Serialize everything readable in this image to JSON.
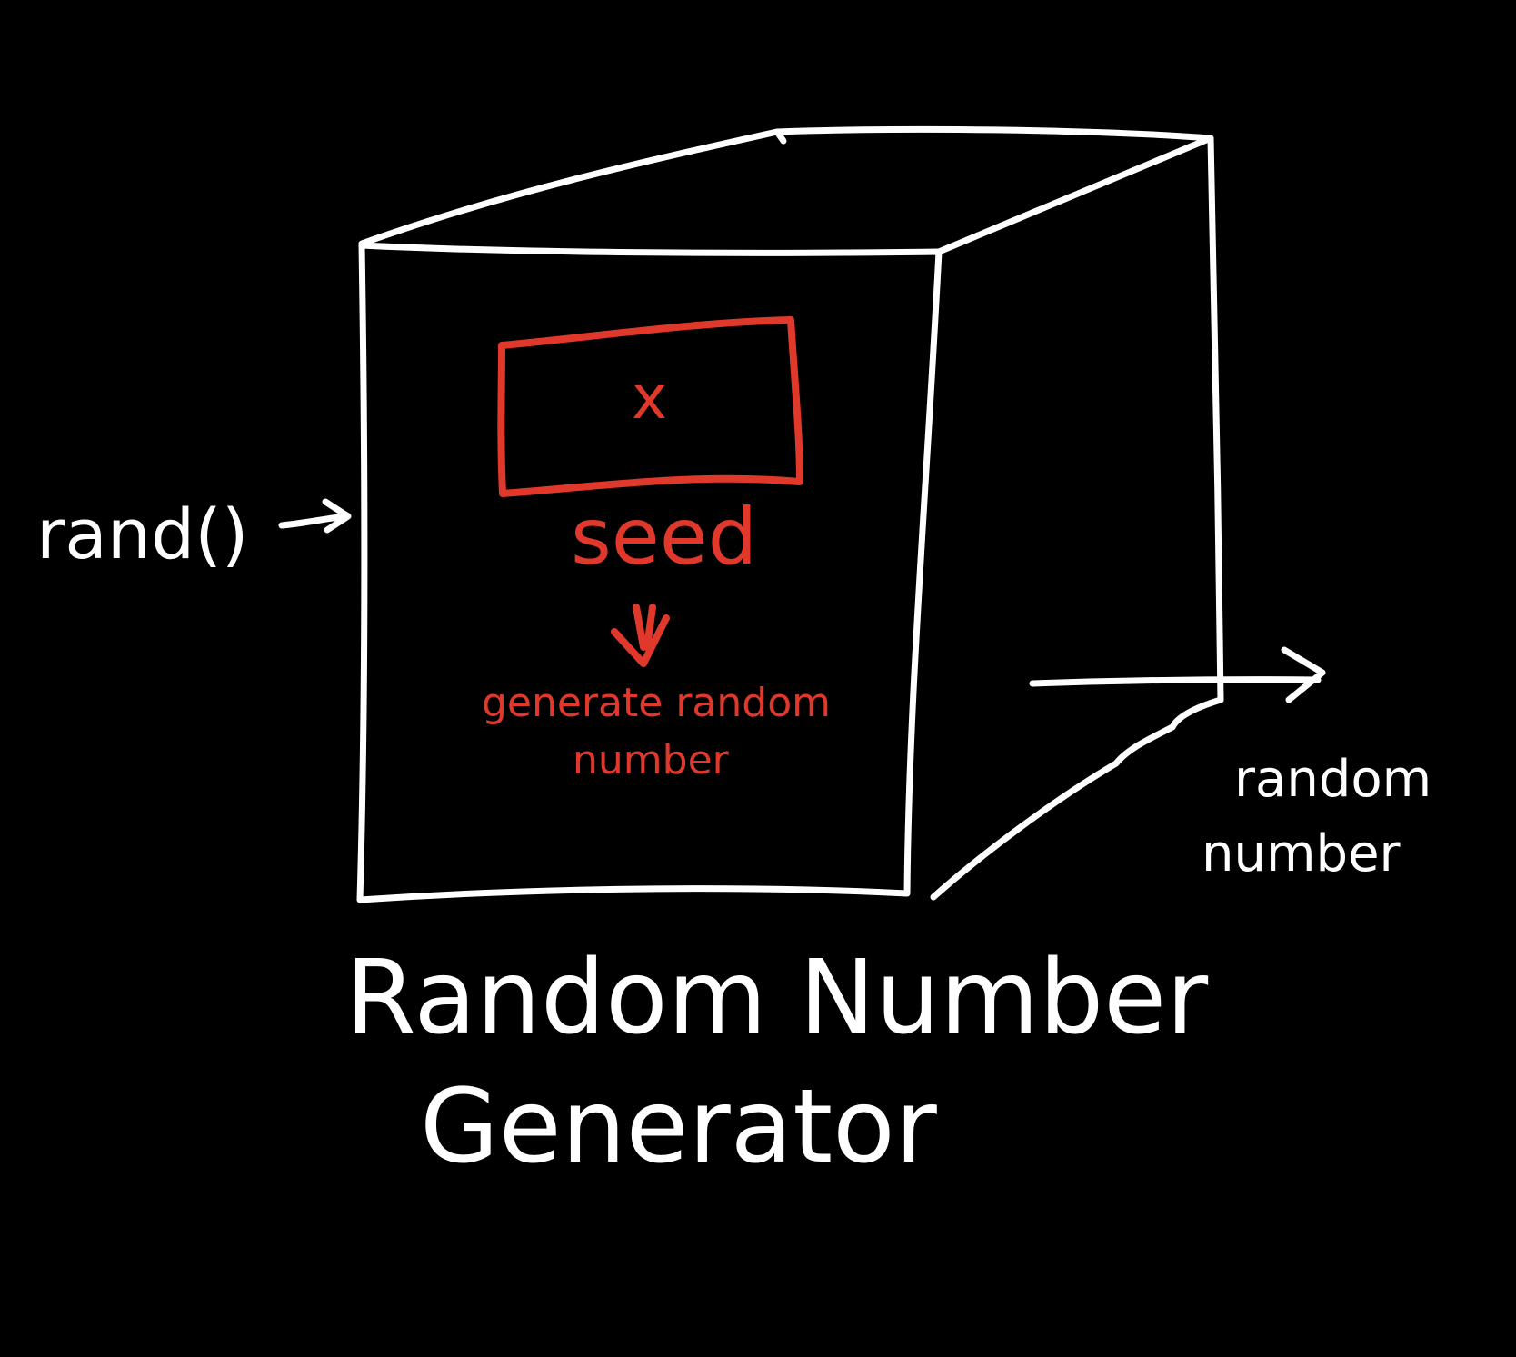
{
  "colors": {
    "background": "#000000",
    "ink": "#ffffff",
    "accent": "#e0392b"
  },
  "labels": {
    "input": "rand()",
    "variable": "x",
    "seed": "seed",
    "process_line1": "generate random",
    "process_line2": "number",
    "output_line1": "random",
    "output_line2": "number",
    "title_line1": "Random Number",
    "title_line2": "Generator"
  },
  "icons": {
    "input_arrow": "arrow-right-icon",
    "seed_arrow": "double-arrow-down-icon",
    "output_arrow": "arrow-right-icon"
  }
}
